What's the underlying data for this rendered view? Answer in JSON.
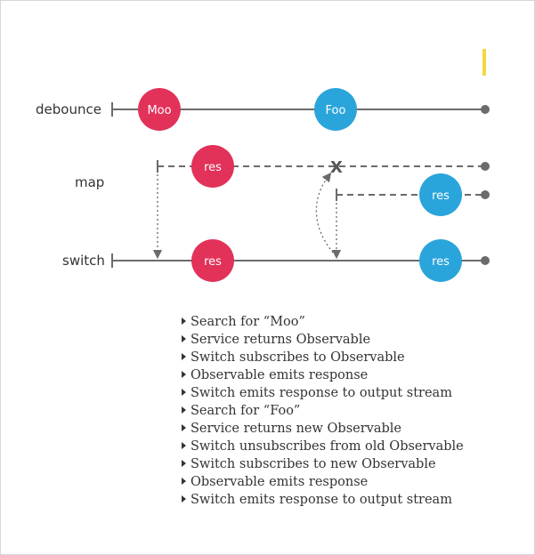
{
  "colors": {
    "line": "#6b6b6b",
    "red": "#e2325a",
    "blue": "#2aa5db",
    "accent_bar": "#f4d83d",
    "text": "#333333"
  },
  "streams": {
    "debounce": {
      "label": "debounce",
      "marbles": [
        "Moo",
        "Foo"
      ]
    },
    "map": {
      "label": "map",
      "marbles": [
        "res",
        "res"
      ]
    },
    "switch": {
      "label": "switch",
      "marbles": [
        "res",
        "res"
      ]
    }
  },
  "cancel_marker": "X",
  "steps": [
    "Search for “Moo”",
    "Service returns Observable",
    "Switch subscribes to Observable",
    "Observable emits response",
    "Switch emits response to output stream",
    "Search for “Foo”",
    "Service returns new Observable",
    "Switch unsubscribes from old Observable",
    "Switch subscribes to new Observable",
    "Observable emits response",
    "Switch emits response to output stream"
  ]
}
